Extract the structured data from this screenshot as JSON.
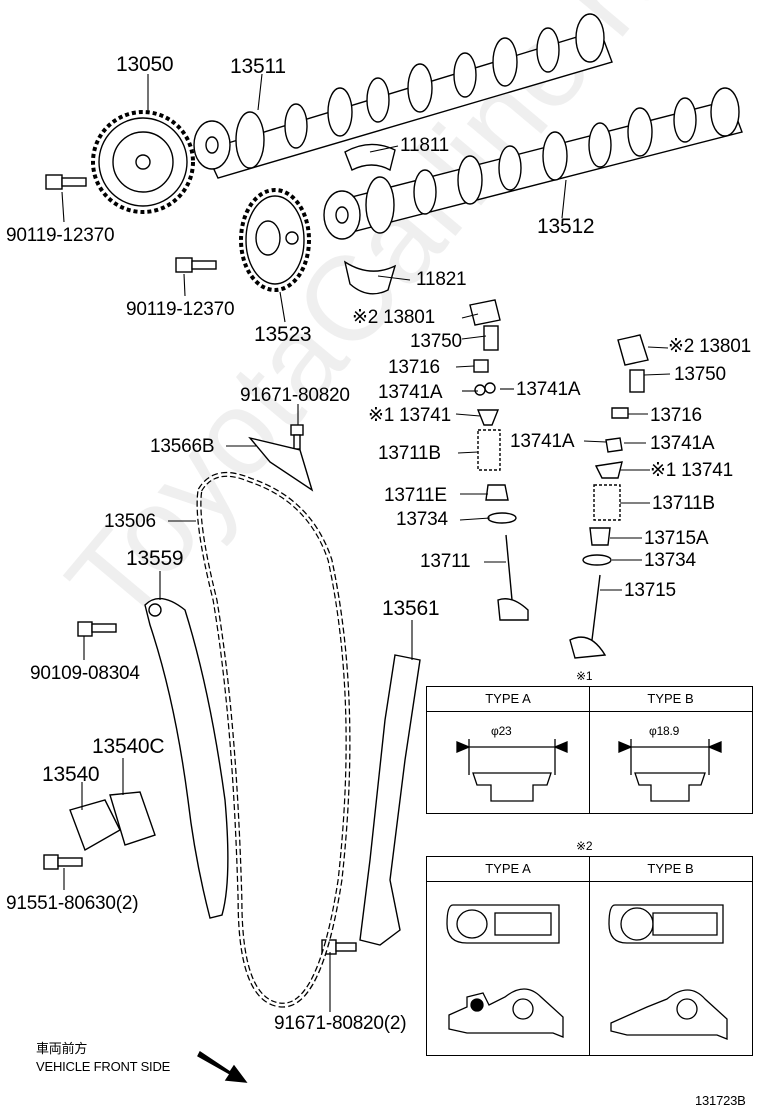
{
  "watermark": "ToyotaCarline.ru",
  "drawing_id": "131723B",
  "direction": {
    "jp": "車両前方",
    "en": "VEHICLE FRONT SIDE"
  },
  "labels": {
    "p13050": "13050",
    "p13511": "13511",
    "p11811": "11811",
    "p13512": "13512",
    "p90119a": "90119-12370",
    "p90119b": "90119-12370",
    "p13523": "13523",
    "p11821": "11821",
    "p13801a": "※2 13801",
    "p13750a": "13750",
    "p13716a": "13716",
    "p13741Aa": "13741A",
    "p13741Ab": "13741A",
    "p13741a": "※1 13741",
    "p13711Ba": "13711B",
    "p13711E": "13711E",
    "p13734a": "13734",
    "p13711": "13711",
    "p13801b": "※2 13801",
    "p13750b": "13750",
    "p13716b": "13716",
    "p13741Ac": "13741A",
    "p13741Ad": "13741A",
    "p13741b": "※1 13741",
    "p13711Bb": "13711B",
    "p13715A": "13715A",
    "p13734b": "13734",
    "p13715": "13715",
    "p91671a": "91671-80820",
    "p13566B": "13566B",
    "p13506": "13506",
    "p13559": "13559",
    "p90109": "90109-08304",
    "p13561": "13561",
    "p13540C": "13540C",
    "p13540": "13540",
    "p91551": "91551-80630(2)",
    "p91671b": "91671-80820(2)"
  },
  "table1": {
    "note": "※1",
    "type_a": "TYPE A",
    "type_b": "TYPE B",
    "dim_a": "φ23",
    "dim_b": "φ18.9"
  },
  "table2": {
    "note": "※2",
    "type_a": "TYPE A",
    "type_b": "TYPE B"
  }
}
